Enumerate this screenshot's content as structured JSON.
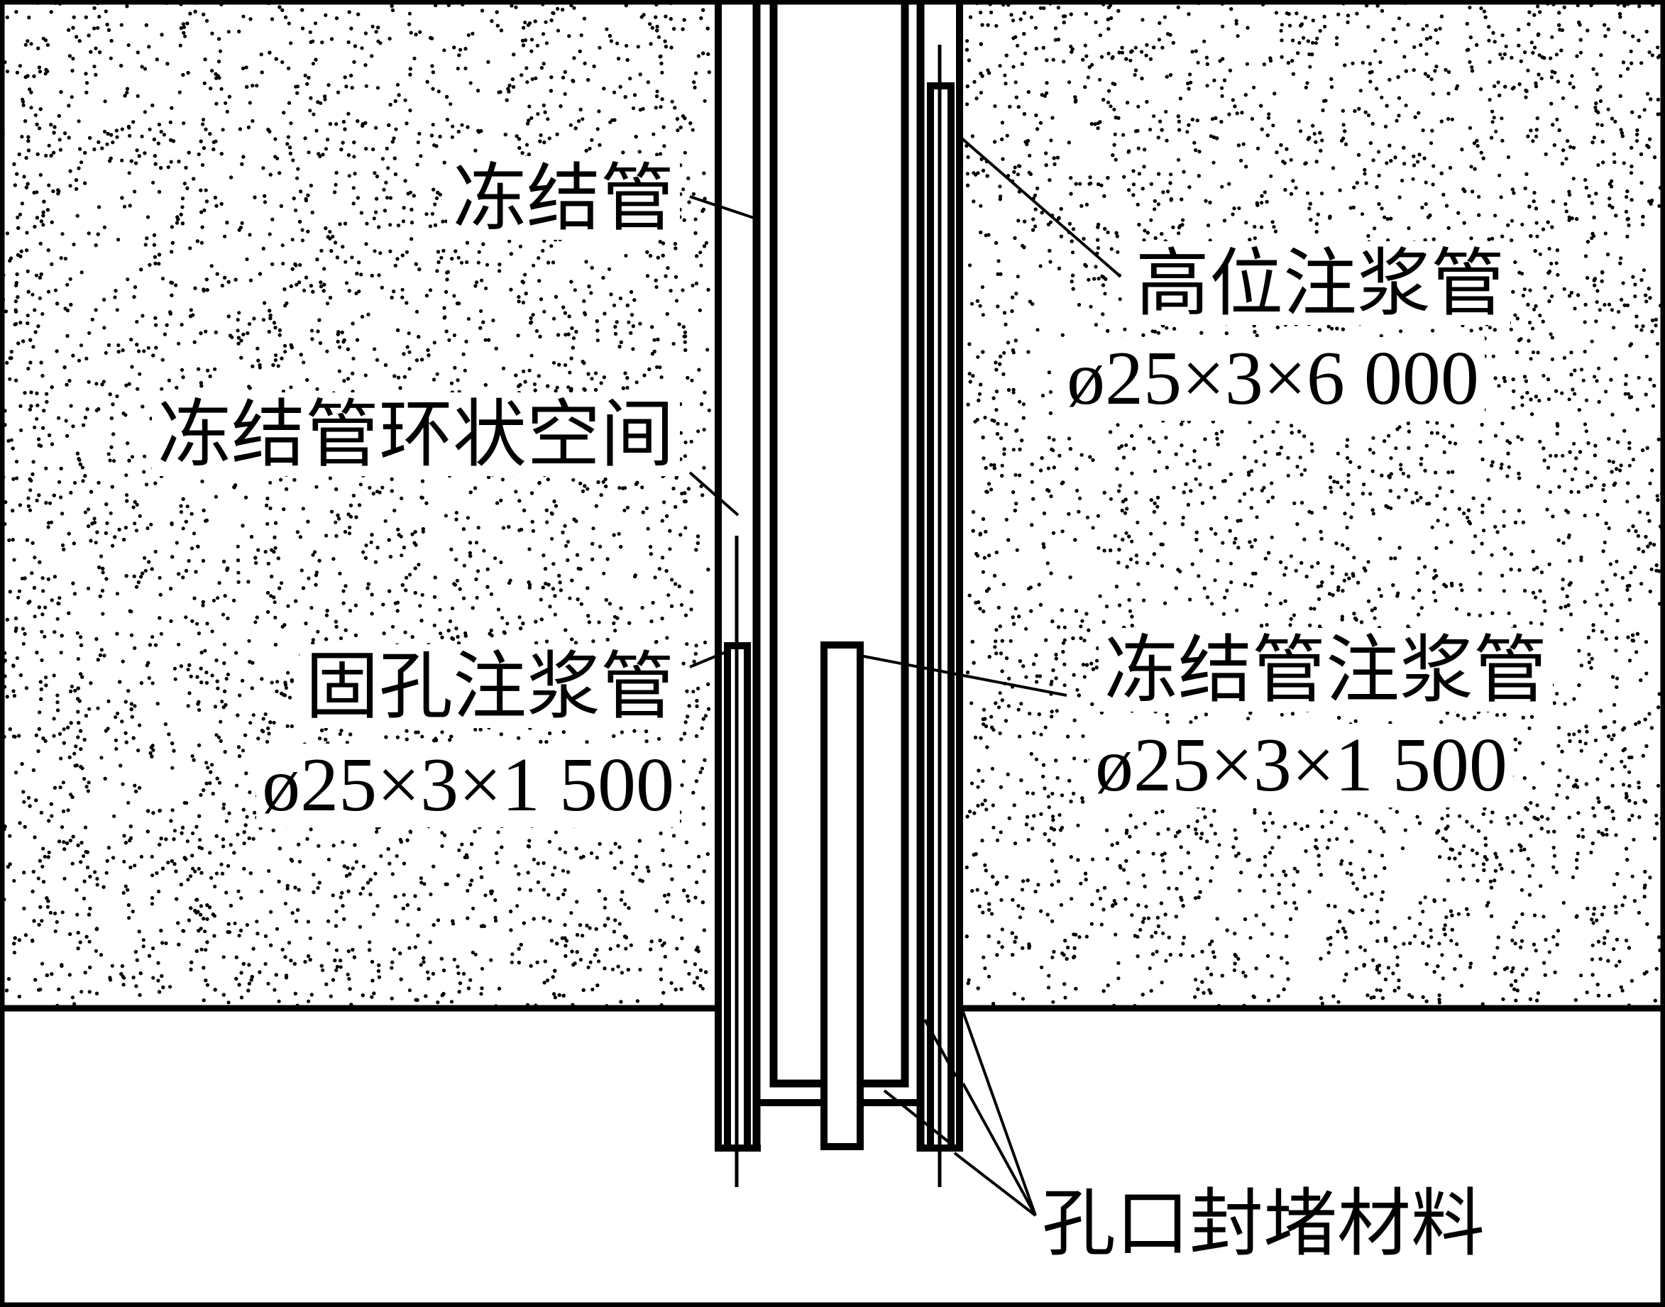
{
  "labels": {
    "freeze_pipe": "冻结管",
    "annulus": "冻结管环状空间",
    "hole_grout_pipe": "固孔注浆管",
    "hole_grout_pipe_spec": "ø25×3×1 500",
    "high_grout_pipe": "高位注浆管",
    "high_grout_pipe_spec": "ø25×3×6 000",
    "freeze_grout_pipe": "冻结管注浆管",
    "freeze_grout_pipe_spec": "ø25×3×1 500",
    "seal_material": "孔口封堵材料"
  },
  "colors": {
    "ink": "#000000",
    "background": "#ffffff"
  }
}
